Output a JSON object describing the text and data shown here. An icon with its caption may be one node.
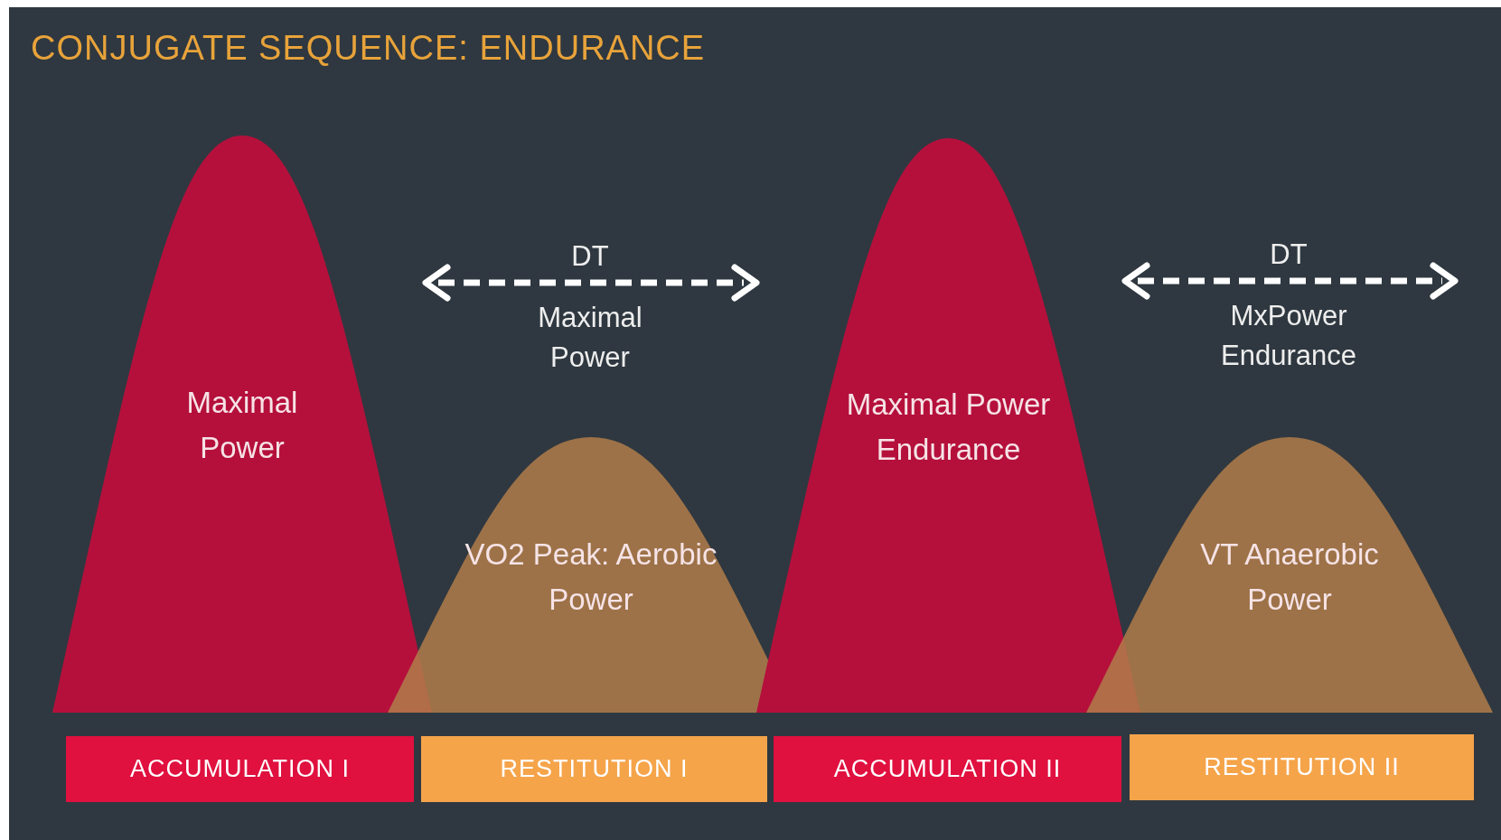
{
  "diagram": {
    "title": "CONJUGATE SEQUENCE: ENDURANCE",
    "nodes": [
      {
        "text": [
          "Maximal Power"
        ]
      },
      {
        "text": [
          "VO2 Peak: Aerobic Power"
        ]
      },
      {
        "text": [
          "Maximal Power Endurance"
        ]
      },
      {
        "text": [
          "VT Anaerobic Power"
        ]
      },
      {
        "text": [
          "ACCUMULATION I"
        ]
      },
      {
        "text": [
          "RESTITUTION I"
        ]
      },
      {
        "text": [
          "ACCUMULATION II"
        ]
      },
      {
        "text": [
          "RESTITUTION II"
        ]
      }
    ],
    "labels": [
      "DT",
      "Maximal Power",
      "DT",
      "MxPower Endurance"
    ]
  }
}
